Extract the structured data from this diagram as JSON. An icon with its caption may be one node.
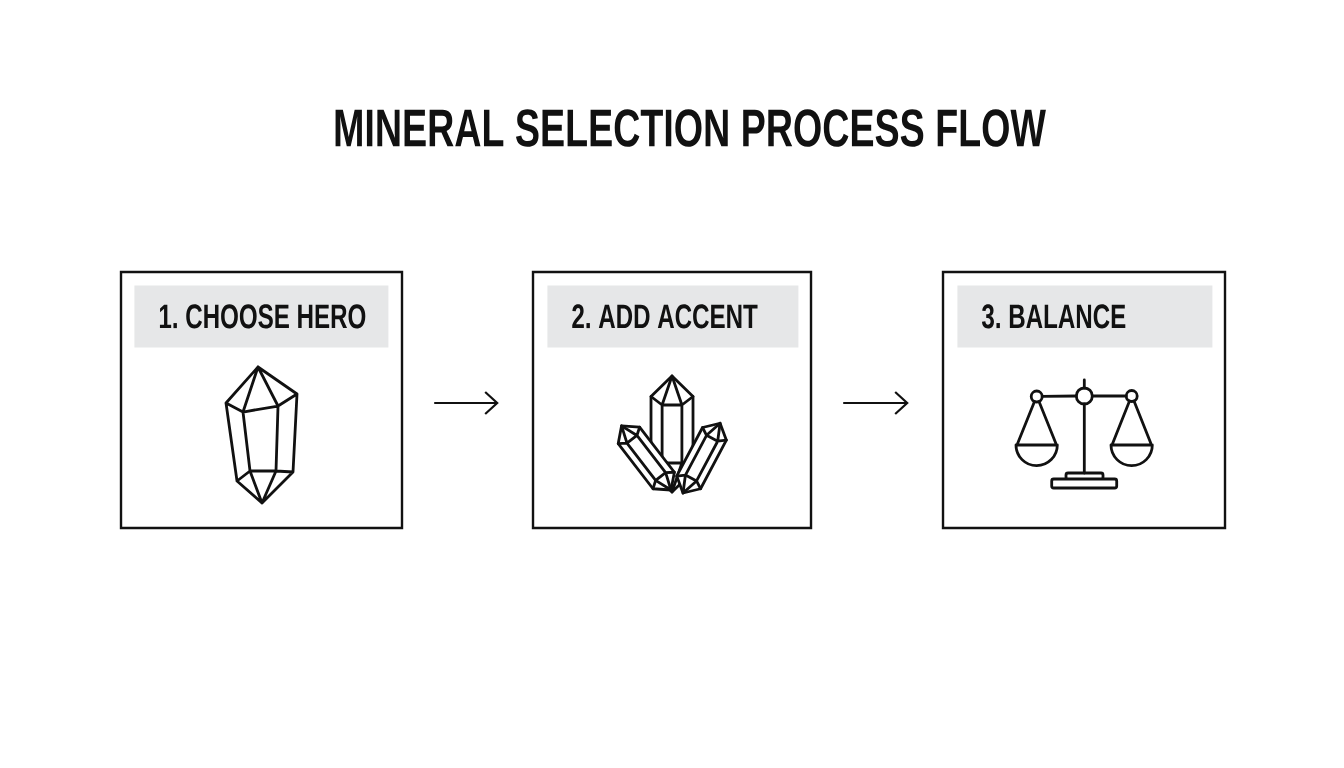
{
  "diagram": {
    "title": "MINERAL SELECTION PROCESS FLOW",
    "nodes": [
      {
        "text": [],
        "shape": "box"
      },
      {
        "text": [
          "1. CHOOSE HERO"
        ],
        "in": 0
      },
      {
        "text": [],
        "shape": "box"
      },
      {
        "text": [
          "2. ADD ACCENT"
        ],
        "in": 2
      },
      {
        "text": [],
        "shape": "box"
      },
      {
        "text": [
          "3. BALANCE"
        ],
        "in": 4
      }
    ],
    "edges": [
      {
        "from": 0,
        "to": 2,
        "arrow": "to"
      },
      {
        "from": 2,
        "to": 4,
        "arrow": "to"
      }
    ]
  }
}
